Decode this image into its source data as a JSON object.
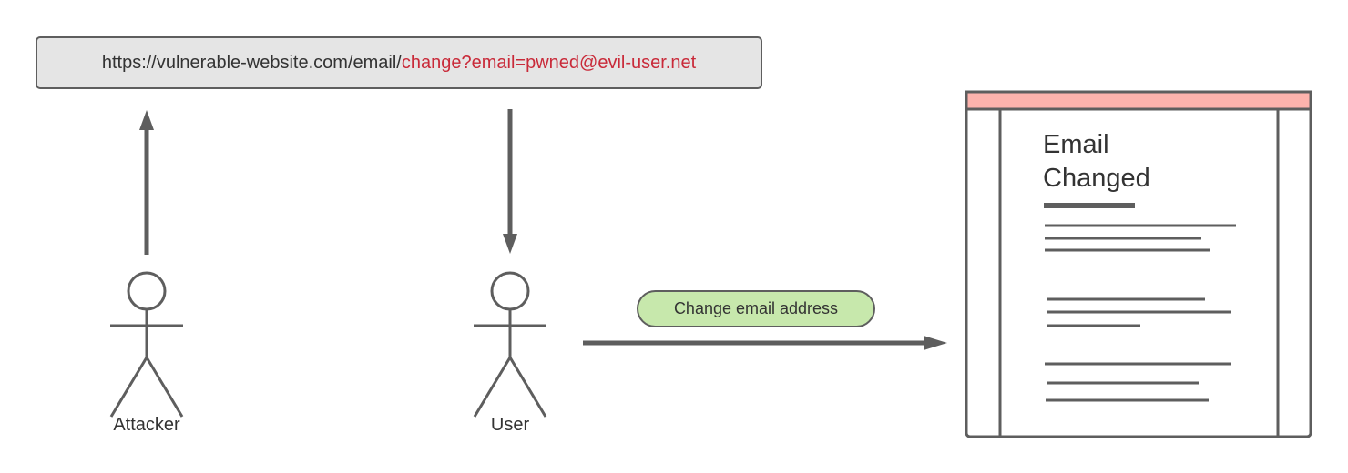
{
  "url_bar": {
    "base": "https://vulnerable-website.com/email/",
    "payload": "change?email=pwned@evil-user.net",
    "colors": {
      "text": "#333333",
      "payload": "#c92a39",
      "background": "#e5e5e5"
    }
  },
  "actors": {
    "attacker": {
      "label": "Attacker"
    },
    "user": {
      "label": "User"
    }
  },
  "action": {
    "label": "Change email address",
    "color": "#c7e8ac"
  },
  "result_page": {
    "title_line1": "Email",
    "title_line2": "Changed",
    "header_color": "#fdb3ad"
  }
}
